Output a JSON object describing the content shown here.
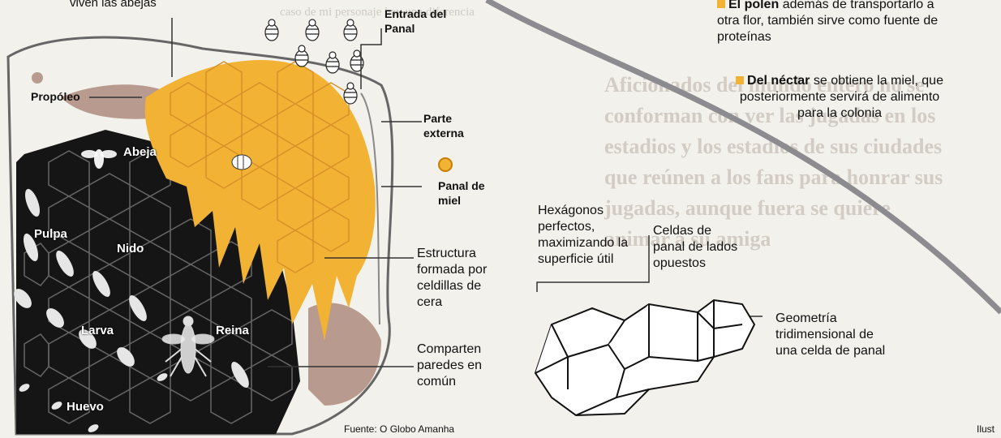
{
  "background_article": {
    "headline": "Aficionados del mundo entero no se conforman con ver las jugadas en los estadios y los estadios de sus ciudades que reúnen a los fans para honrar sus jugadas, aunque fuera se quiere animar a su amiga",
    "top_fragment": "caso de mi personaje hay una diferencia"
  },
  "top_left": {
    "caption": "viven las abejas"
  },
  "labels": {
    "propoleo": "Propóleo",
    "entrada": "Entrada del Panal",
    "parte_externa": "Parte externa",
    "panal_miel": "Panal de miel",
    "abeja": "Abeja",
    "pulpa": "Pulpa",
    "nido": "Nido",
    "larva": "Larva",
    "reina": "Reina",
    "huevo": "Huevo"
  },
  "annotations": {
    "estructura": "Estructura formada por celdillas de cera",
    "comparten": "Comparten paredes en común",
    "hexagonos": "Hexágonos perfectos, maximizando la superficie útil",
    "celdas": "Celdas de panal de lados opuestos",
    "geometria": "Geometría tridimensional de una celda de panal"
  },
  "info": {
    "polen_bold": "El polen",
    "polen_text": "además de transportarlo a otra flor, también sirve como fuente de proteínas",
    "nectar_bold": "Del néctar",
    "nectar_text": "se obtiene la miel, que posteriormente servirá de alimento para la colonia"
  },
  "footer": {
    "source": "Fuente: O Globo Amanha",
    "credit": "Ilust"
  },
  "colors": {
    "honey": "#f2b233",
    "comb_dark": "#151515",
    "propolis": "#b89b8e",
    "accent": "#f2b233"
  }
}
